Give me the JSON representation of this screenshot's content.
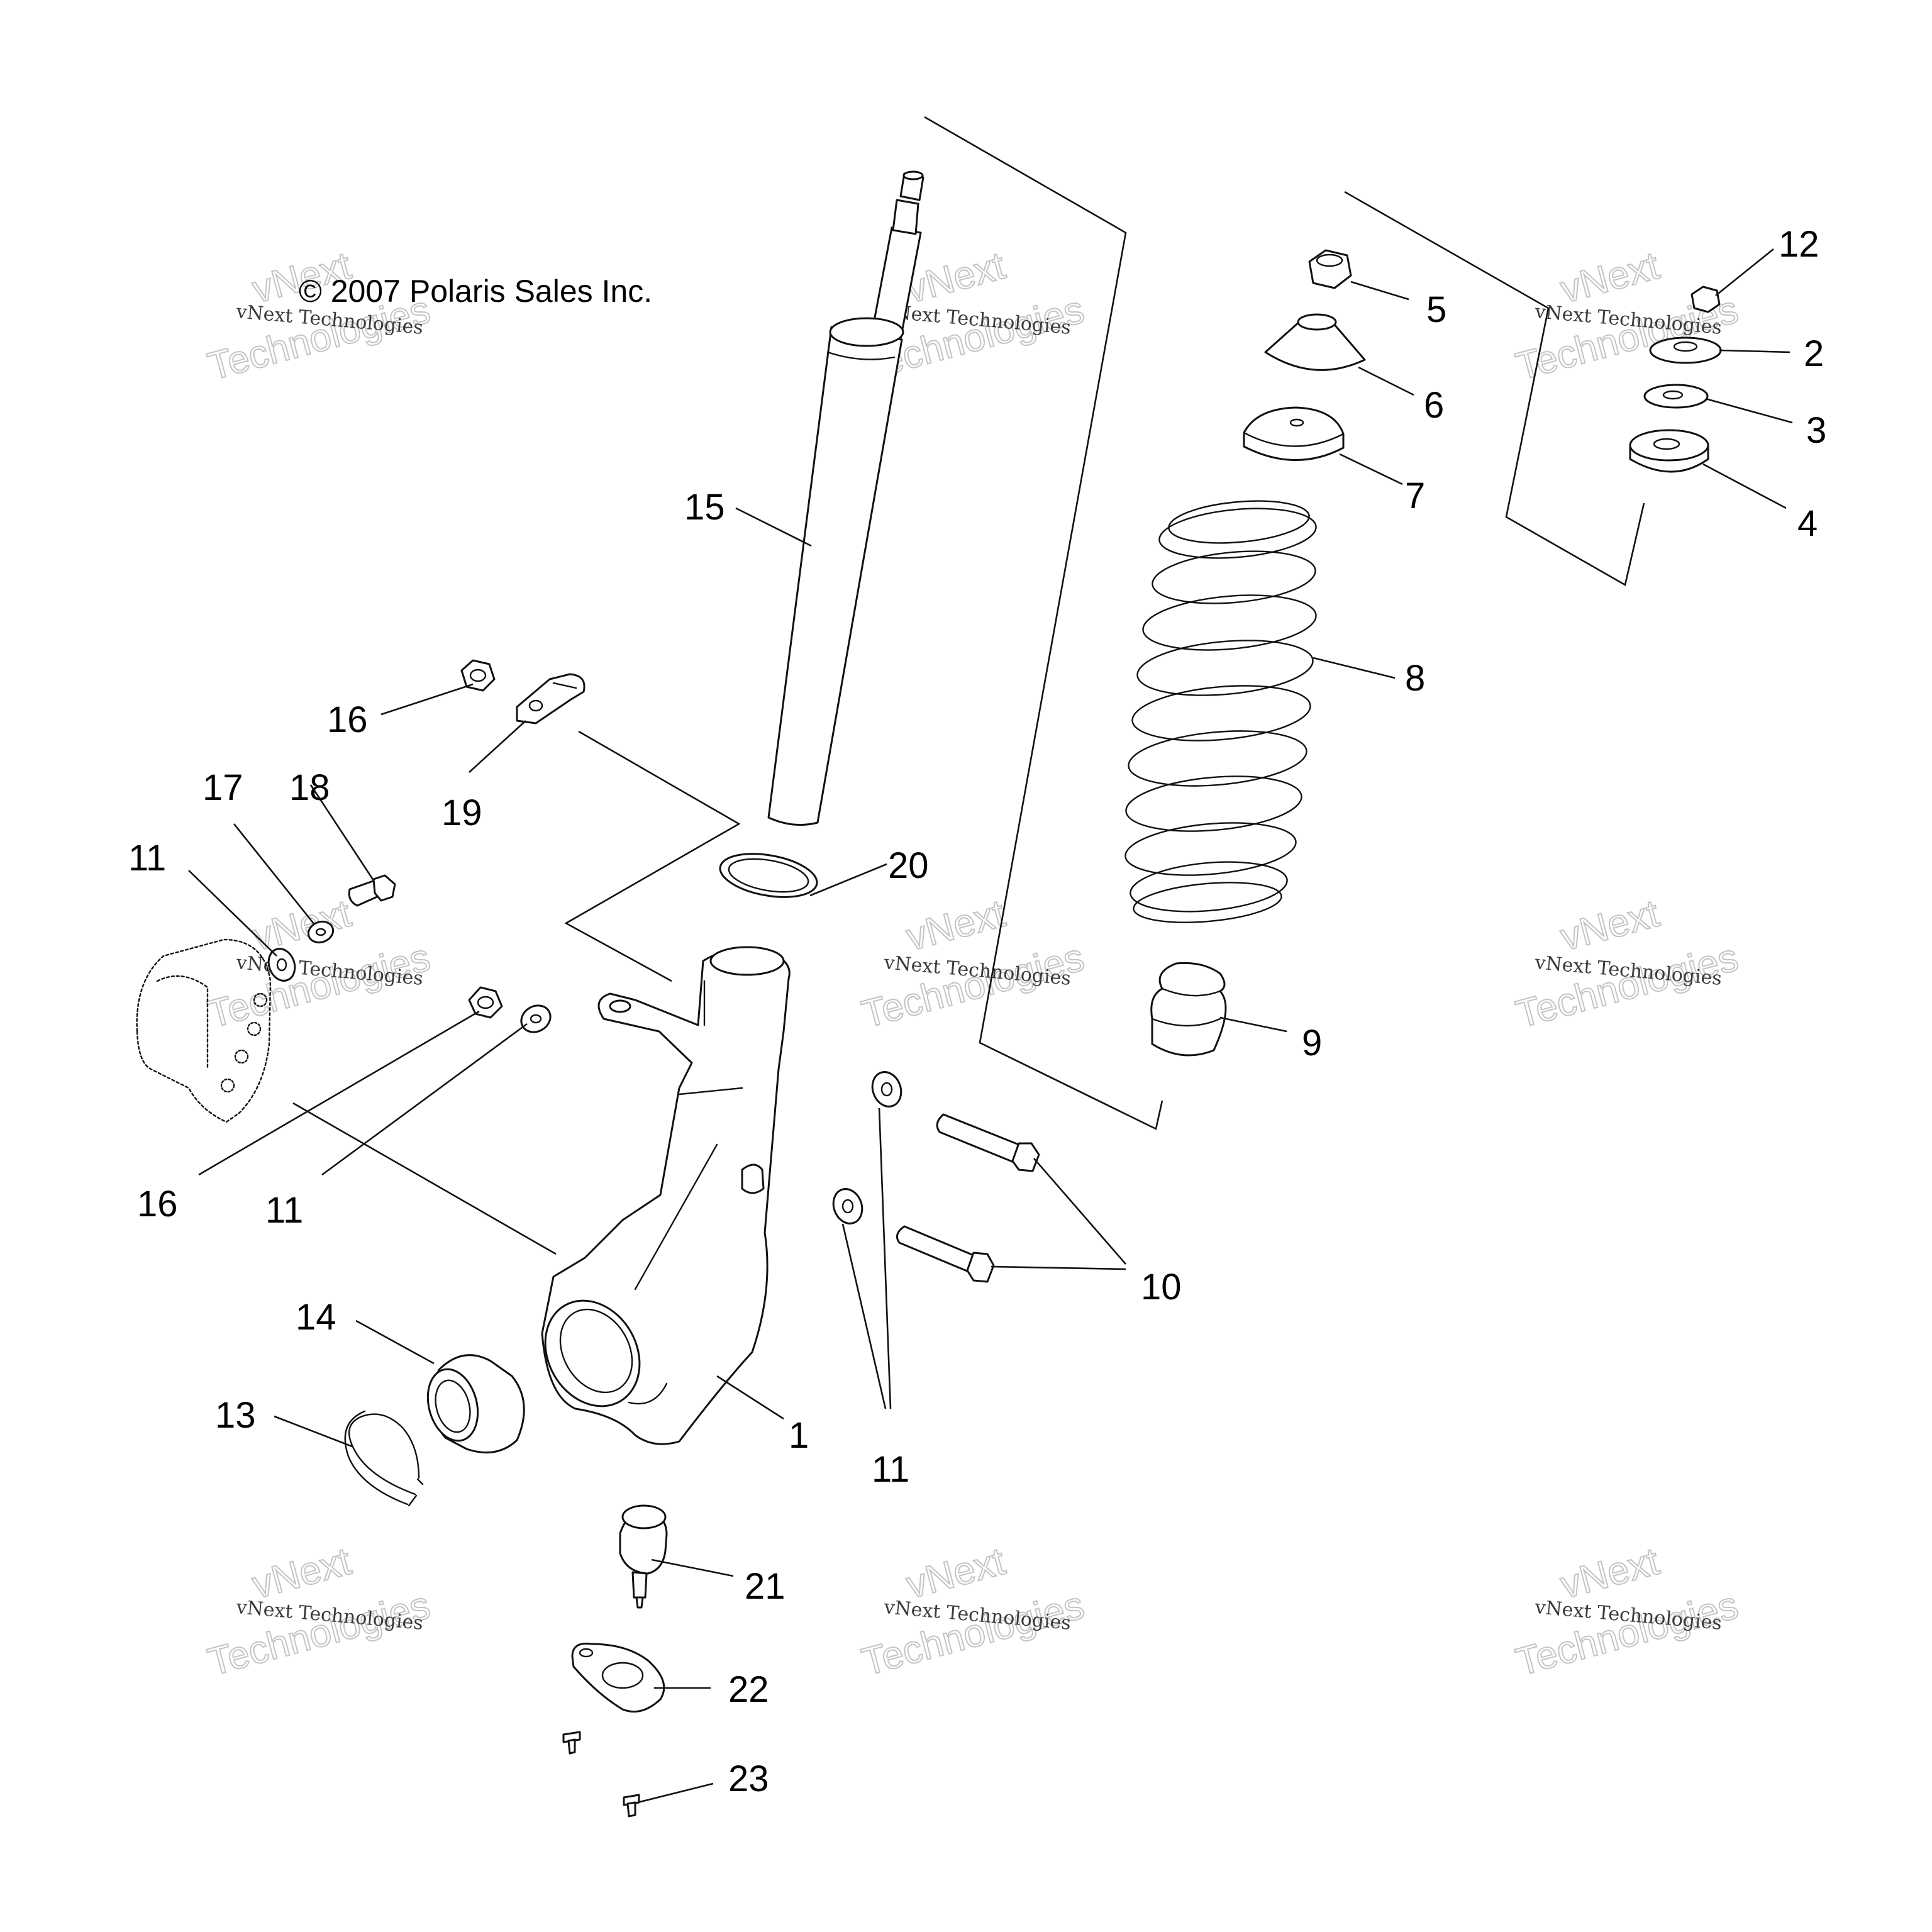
{
  "copyright": "© 2007 Polaris Sales Inc.",
  "watermark": {
    "line1": "vNext",
    "line2": "vNext Technologies",
    "line3": "Technologies"
  },
  "callouts": {
    "c1": "1",
    "c2": "2",
    "c3": "3",
    "c4": "4",
    "c5": "5",
    "c6": "6",
    "c7": "7",
    "c8": "8",
    "c9": "9",
    "c10": "10",
    "c11a": "11",
    "c11b": "11",
    "c11c": "11",
    "c12": "12",
    "c13": "13",
    "c14": "14",
    "c15": "15",
    "c16a": "16",
    "c16b": "16",
    "c17": "17",
    "c18": "18",
    "c19": "19",
    "c20": "20",
    "c21": "21",
    "c22": "22",
    "c23": "23"
  }
}
